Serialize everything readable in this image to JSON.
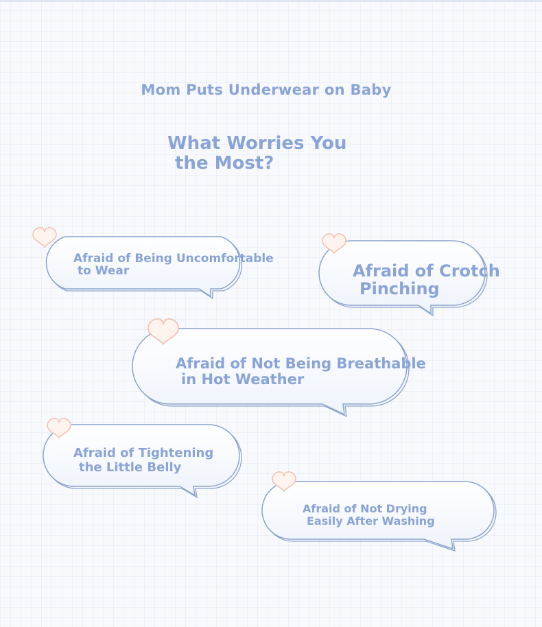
{
  "header": {
    "title": "Mom Puts Underwear on Baby"
  },
  "question": {
    "line1": "What Worries You",
    "line2": "the Most?"
  },
  "bubbles": [
    {
      "line1": "Afraid of Being Uncomfortable",
      "line2": "to Wear"
    },
    {
      "line1": "Afraid of Crotch",
      "line2": "Pinching"
    },
    {
      "line1": "Afraid of Not Being Breathable",
      "line2": "in Hot Weather"
    },
    {
      "line1": "Afraid of Tightening",
      "line2": "the Little Belly"
    },
    {
      "line1": "Afraid of Not Drying",
      "line2": "Easily After Washing"
    }
  ],
  "colors": {
    "text": "#8aa4d6",
    "bubble_outline": "#8ba3cc",
    "bubble_fill": "#ffffff",
    "heart_fill": "#fff3ee",
    "heart_outline": "#f2c3b2"
  },
  "icons": [
    "heart-icon",
    "speech-bubble"
  ]
}
